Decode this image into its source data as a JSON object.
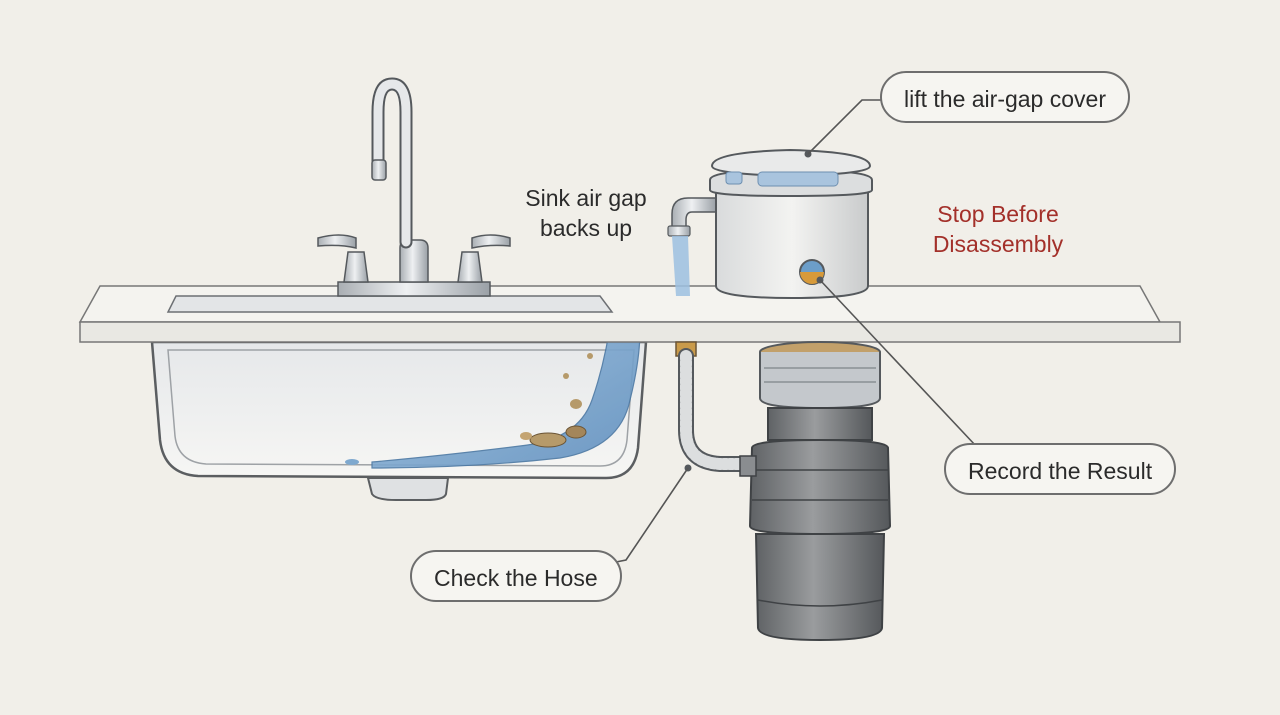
{
  "labels": {
    "lift_cover": "lift the air-gap cover",
    "backs_up_line1": "Sink air gap",
    "backs_up_line2": "backs up",
    "stop_line1": "Stop Before",
    "stop_line2": "Disassembly",
    "record_result": "Record the Result",
    "check_hose": "Check the Hose"
  },
  "colors": {
    "background": "#f1efe9",
    "warning": "#a3302a",
    "water": "#7fa9cf",
    "metal": "#c9cdd1",
    "disposal_body": "#77797b"
  },
  "icons": [
    "faucet-icon",
    "sink-basin-icon",
    "air-gap-device-icon",
    "garbage-disposal-icon",
    "drain-hose-icon",
    "water-overflow-icon"
  ]
}
